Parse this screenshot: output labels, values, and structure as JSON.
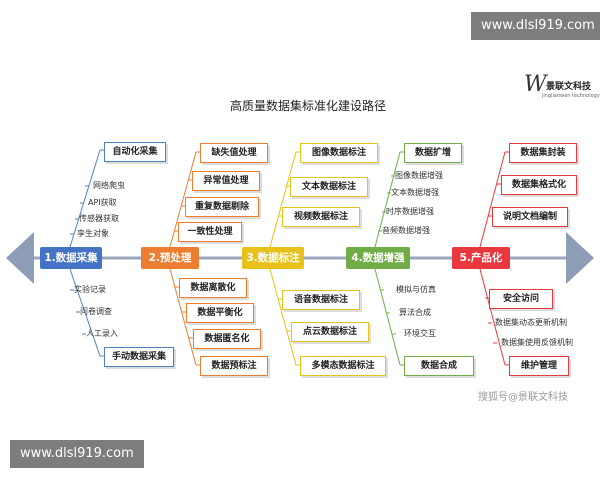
{
  "watermark_top": "www.dlsl919.com",
  "watermark_bottom": "www.dlsl919.com",
  "title": "高质量数据集标准化建设路径",
  "logo": {
    "mark": "W",
    "name": "景联文科技",
    "subtitle": "jinglianwen technology"
  },
  "credit": "搜狐号@景联文科技",
  "colors": {
    "stage1": "#4472c4",
    "stage2": "#ed7d31",
    "stage3": "#e8c21a",
    "stage4": "#70ad47",
    "stage5": "#e8383d",
    "arrow": "#8e9db6"
  },
  "stages": [
    {
      "label": "1.数据采集"
    },
    {
      "label": "2.预处理"
    },
    {
      "label": "3.数据标注"
    },
    {
      "label": "4.数据增强"
    },
    {
      "label": "5.产品化"
    }
  ],
  "s1": {
    "top_box": "自动化采集",
    "top_items": [
      "网络爬虫",
      "API获取",
      "传感器获取",
      "孪生对象"
    ],
    "bottom_items": [
      "实验记录",
      "问卷调查",
      "人工录入"
    ],
    "bottom_box": "手动数据采集"
  },
  "s2": {
    "top": [
      "缺失值处理",
      "异常值处理",
      "重复数据剔除",
      "一致性处理"
    ],
    "bottom": [
      "数据离散化",
      "数据平衡化",
      "数据匿名化",
      "数据预标注"
    ]
  },
  "s3": {
    "top": [
      "图像数据标注",
      "文本数据标注",
      "视频数据标注"
    ],
    "bottom": [
      "语音数据标注",
      "点云数据标注",
      "多模态数据标注"
    ]
  },
  "s4": {
    "top_box": "数据扩增",
    "top_items": [
      "图像数据增强",
      "文本数据增强",
      "时序数据增强",
      "音频数据增强"
    ],
    "bottom_items": [
      "模拟与仿真",
      "算法合成",
      "环境交互"
    ],
    "bottom_box": "数据合成"
  },
  "s5": {
    "top": [
      "数据集封装",
      "数据集格式化",
      "说明文档编制"
    ],
    "bottom_box": "安全访问",
    "bottom_items": [
      "数据集动态更新机制",
      "数据集使用反馈机制"
    ],
    "bottom_box2": "维护管理"
  }
}
